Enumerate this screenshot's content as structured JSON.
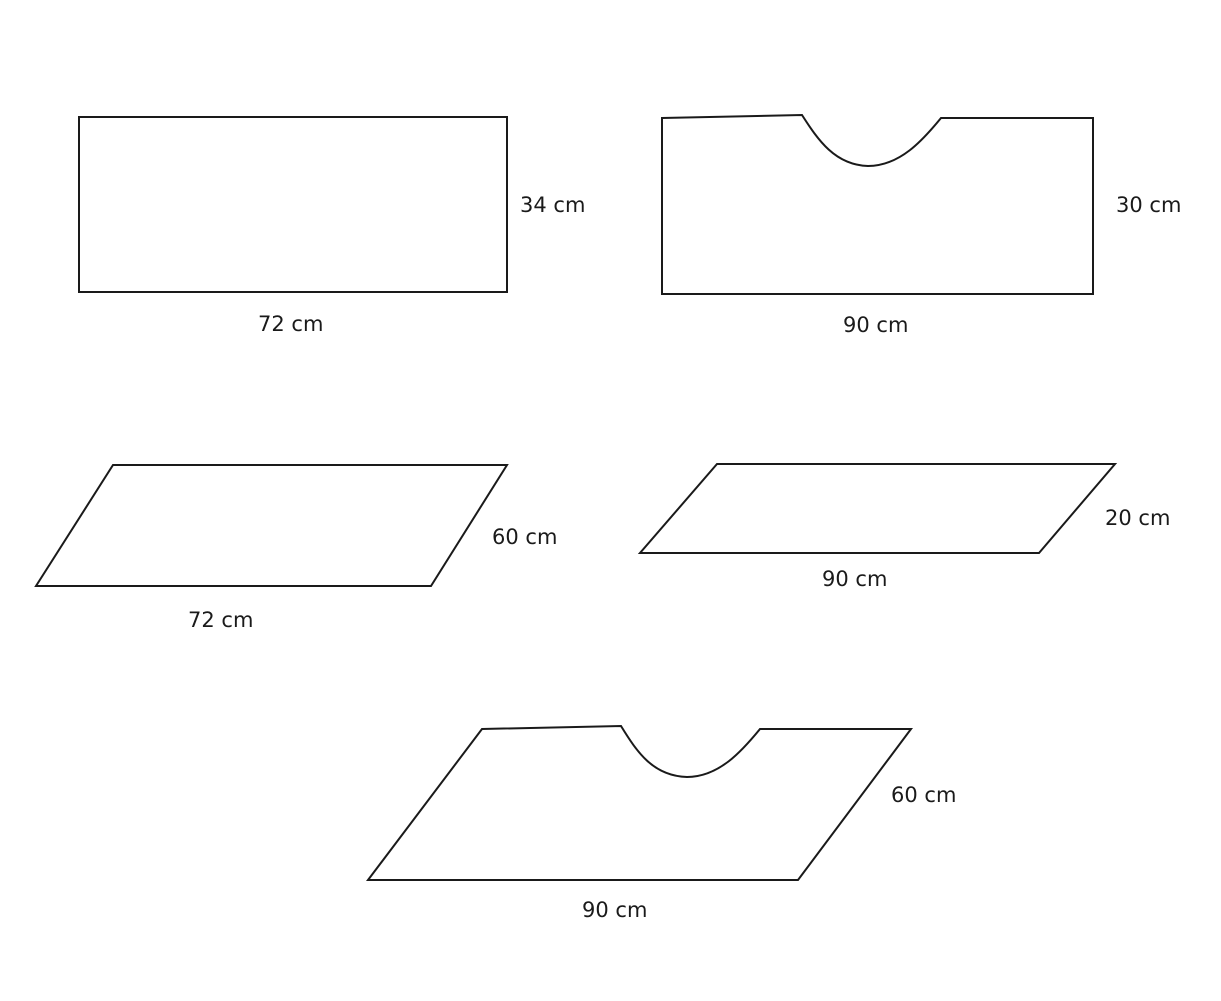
{
  "shapes": [
    {
      "id": "shape-1",
      "kind": "rectangle",
      "width_label": "72 cm",
      "height_label": "34 cm"
    },
    {
      "id": "shape-2",
      "kind": "rectangle-with-curved-cutout",
      "width_label": "90 cm",
      "height_label": "30 cm"
    },
    {
      "id": "shape-3",
      "kind": "parallelogram",
      "width_label": "72 cm",
      "height_label": "60 cm"
    },
    {
      "id": "shape-4",
      "kind": "parallelogram",
      "width_label": "90 cm",
      "height_label": "20 cm"
    },
    {
      "id": "shape-5",
      "kind": "parallelogram-with-curved-cutout",
      "width_label": "90 cm",
      "height_label": "60 cm"
    }
  ],
  "colors": {
    "stroke": "#1a1a1a",
    "background": "#ffffff"
  }
}
